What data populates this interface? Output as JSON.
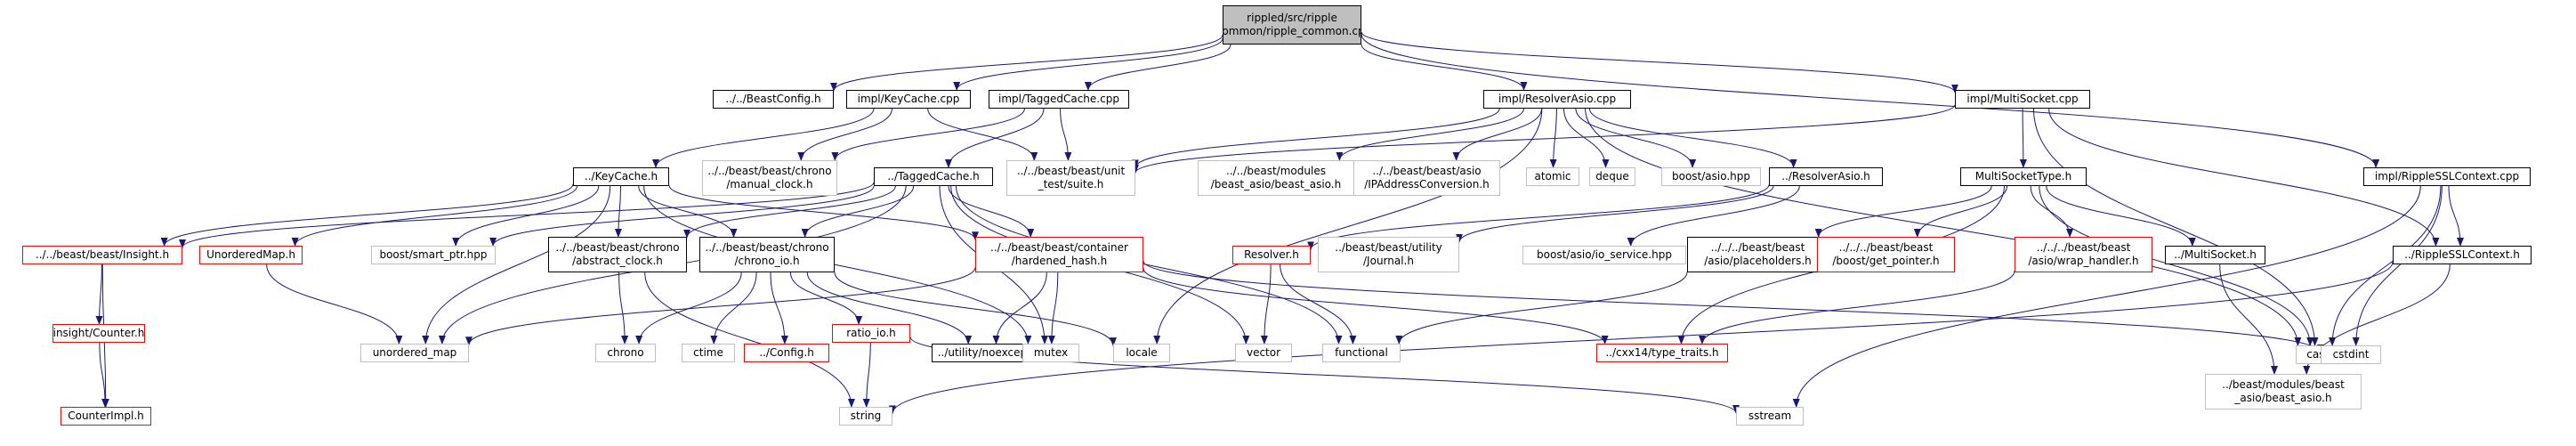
{
  "colors": {
    "edge": "#191970",
    "missing_border": "#ff0000",
    "system_border": "#bfbfbf",
    "root_fill": "#bfbfbf"
  },
  "nodes": {
    "root": {
      "label": "rippled/src/ripple\n/common/ripple_common.cpp",
      "kind": "root"
    },
    "beastconfig": {
      "label": "../../BeastConfig.h",
      "kind": "ok"
    },
    "keycache_cpp": {
      "label": "impl/KeyCache.cpp",
      "kind": "ok"
    },
    "taggedcache_cpp": {
      "label": "impl/TaggedCache.cpp",
      "kind": "ok"
    },
    "resolverasio_cpp": {
      "label": "impl/ResolverAsio.cpp",
      "kind": "ok"
    },
    "multisocket_cpp": {
      "label": "impl/MultiSocket.cpp",
      "kind": "ok"
    },
    "ripplessl_cpp": {
      "label": "impl/RippleSSLContext.cpp",
      "kind": "ok"
    },
    "keycache_h": {
      "label": "../KeyCache.h",
      "kind": "ok"
    },
    "manual_clock": {
      "label": "../../beast/beast/chrono\n/manual_clock.h",
      "kind": "sys"
    },
    "taggedcache_h": {
      "label": "../TaggedCache.h",
      "kind": "ok"
    },
    "unit_suite": {
      "label": "../../beast/beast/unit\n_test/suite.h",
      "kind": "sys"
    },
    "beast_asio_h": {
      "label": "../../beast/modules\n/beast_asio/beast_asio.h",
      "kind": "sys"
    },
    "ipaddr": {
      "label": "../../beast/beast/asio\n/IPAddressConversion.h",
      "kind": "sys"
    },
    "atomic": {
      "label": "atomic",
      "kind": "sys"
    },
    "deque": {
      "label": "deque",
      "kind": "sys"
    },
    "boost_asio": {
      "label": "boost/asio.hpp",
      "kind": "sys"
    },
    "resolverasio_h": {
      "label": "../ResolverAsio.h",
      "kind": "ok"
    },
    "multisockettype_h": {
      "label": "MultiSocketType.h",
      "kind": "ok"
    },
    "ripplessl_h": {
      "label": "../RippleSSLContext.h",
      "kind": "ok"
    },
    "cassert": {
      "label": "cassert",
      "kind": "sys"
    },
    "insight_h": {
      "label": "../../beast/beast/Insight.h",
      "kind": "miss"
    },
    "unorderedmap_h": {
      "label": "UnorderedMap.h",
      "kind": "miss"
    },
    "smart_ptr": {
      "label": "boost/smart_ptr.hpp",
      "kind": "sys"
    },
    "abstract_clock": {
      "label": "../../beast/beast/chrono\n/abstract_clock.h",
      "kind": "ok"
    },
    "chrono_io": {
      "label": "../../beast/beast/chrono\n/chrono_io.h",
      "kind": "ok"
    },
    "hardened_hash": {
      "label": "../../beast/beast/container\n/hardened_hash.h",
      "kind": "miss"
    },
    "resolver_h": {
      "label": "Resolver.h",
      "kind": "miss"
    },
    "journal_h": {
      "label": "../beast/beast/utility\n/Journal.h",
      "kind": "sys"
    },
    "io_service": {
      "label": "boost/asio/io_service.hpp",
      "kind": "sys"
    },
    "placeholders": {
      "label": "../../../beast/beast\n/asio/placeholders.h",
      "kind": "ok"
    },
    "get_pointer": {
      "label": "../../../beast/beast\n/boost/get_pointer.h",
      "kind": "miss"
    },
    "wrap_handler": {
      "label": "../../../beast/beast\n/asio/wrap_handler.h",
      "kind": "miss"
    },
    "multisocket_h": {
      "label": "../MultiSocket.h",
      "kind": "ok"
    },
    "cstdint": {
      "label": "cstdint",
      "kind": "sys"
    },
    "beast_asio2": {
      "label": "../beast/modules/beast\n_asio/beast_asio.h",
      "kind": "sys"
    },
    "insight_counter": {
      "label": "insight/Counter.h",
      "kind": "miss"
    },
    "unordered_map": {
      "label": "unordered_map",
      "kind": "sys"
    },
    "chrono": {
      "label": "chrono",
      "kind": "sys"
    },
    "ctime": {
      "label": "ctime",
      "kind": "sys"
    },
    "config_h": {
      "label": "../Config.h",
      "kind": "miss"
    },
    "ratio_io": {
      "label": "ratio_io.h",
      "kind": "miss"
    },
    "noexcept": {
      "label": "../utility/noexcept.h",
      "kind": "ok"
    },
    "mutex": {
      "label": "mutex",
      "kind": "sys"
    },
    "locale": {
      "label": "locale",
      "kind": "sys"
    },
    "vector": {
      "label": "vector",
      "kind": "sys"
    },
    "functional": {
      "label": "functional",
      "kind": "sys"
    },
    "type_traits": {
      "label": "../cxx14/type_traits.h",
      "kind": "miss"
    },
    "counterimpl": {
      "label": "CounterImpl.h",
      "kind": "miss"
    },
    "string": {
      "label": "string",
      "kind": "sys"
    },
    "sstream": {
      "label": "sstream",
      "kind": "sys"
    }
  },
  "edges": [
    [
      "root",
      "beastconfig"
    ],
    [
      "root",
      "keycache_cpp"
    ],
    [
      "root",
      "taggedcache_cpp"
    ],
    [
      "root",
      "resolverasio_cpp"
    ],
    [
      "root",
      "multisocket_cpp"
    ],
    [
      "root",
      "ripplessl_cpp"
    ],
    [
      "keycache_cpp",
      "keycache_h"
    ],
    [
      "keycache_cpp",
      "manual_clock"
    ],
    [
      "keycache_cpp",
      "unit_suite"
    ],
    [
      "taggedcache_cpp",
      "taggedcache_h"
    ],
    [
      "taggedcache_cpp",
      "manual_clock"
    ],
    [
      "taggedcache_cpp",
      "unit_suite"
    ],
    [
      "resolverasio_cpp",
      "unit_suite"
    ],
    [
      "resolverasio_cpp",
      "beast_asio_h"
    ],
    [
      "resolverasio_cpp",
      "ipaddr"
    ],
    [
      "resolverasio_cpp",
      "atomic"
    ],
    [
      "resolverasio_cpp",
      "deque"
    ],
    [
      "resolverasio_cpp",
      "boost_asio"
    ],
    [
      "resolverasio_cpp",
      "resolverasio_h"
    ],
    [
      "resolverasio_cpp",
      "cassert"
    ],
    [
      "resolverasio_cpp",
      "locale"
    ],
    [
      "multisocket_cpp",
      "unit_suite"
    ],
    [
      "multisocket_cpp",
      "multisockettype_h"
    ],
    [
      "multisocket_cpp",
      "cassert"
    ],
    [
      "multisocket_cpp",
      "ripplessl_h"
    ],
    [
      "ripplessl_cpp",
      "ripplessl_h"
    ],
    [
      "ripplessl_cpp",
      "cassert"
    ],
    [
      "ripplessl_cpp",
      "cstdint"
    ],
    [
      "ripplessl_cpp",
      "sstream"
    ],
    [
      "keycache_h",
      "insight_h"
    ],
    [
      "keycache_h",
      "unorderedmap_h"
    ],
    [
      "keycache_h",
      "smart_ptr"
    ],
    [
      "keycache_h",
      "abstract_clock"
    ],
    [
      "keycache_h",
      "chrono_io"
    ],
    [
      "keycache_h",
      "hardened_hash"
    ],
    [
      "keycache_h",
      "unordered_map"
    ],
    [
      "keycache_h",
      "mutex"
    ],
    [
      "taggedcache_h",
      "insight_h"
    ],
    [
      "taggedcache_h",
      "smart_ptr"
    ],
    [
      "taggedcache_h",
      "abstract_clock"
    ],
    [
      "taggedcache_h",
      "chrono_io"
    ],
    [
      "taggedcache_h",
      "hardened_hash"
    ],
    [
      "taggedcache_h",
      "unordered_map"
    ],
    [
      "taggedcache_h",
      "mutex"
    ],
    [
      "taggedcache_h",
      "vector"
    ],
    [
      "taggedcache_h",
      "functional"
    ],
    [
      "insight_h",
      "insight_counter"
    ],
    [
      "insight_h",
      "counterimpl"
    ],
    [
      "insight_counter",
      "counterimpl"
    ],
    [
      "unorderedmap_h",
      "unordered_map"
    ],
    [
      "abstract_clock",
      "chrono"
    ],
    [
      "abstract_clock",
      "string"
    ],
    [
      "chrono_io",
      "chrono"
    ],
    [
      "chrono_io",
      "ctime"
    ],
    [
      "chrono_io",
      "config_h"
    ],
    [
      "chrono_io",
      "ratio_io"
    ],
    [
      "chrono_io",
      "noexcept"
    ],
    [
      "chrono_io",
      "locale"
    ],
    [
      "ratio_io",
      "string"
    ],
    [
      "ratio_io",
      "sstream"
    ],
    [
      "hardened_hash",
      "unordered_map"
    ],
    [
      "hardened_hash",
      "noexcept"
    ],
    [
      "hardened_hash",
      "mutex"
    ],
    [
      "hardened_hash",
      "type_traits"
    ],
    [
      "hardened_hash",
      "cstdint"
    ],
    [
      "resolverasio_h",
      "resolver_h"
    ],
    [
      "resolverasio_h",
      "journal_h"
    ],
    [
      "resolverasio_h",
      "io_service"
    ],
    [
      "resolver_h",
      "vector"
    ],
    [
      "resolver_h",
      "functional"
    ],
    [
      "multisockettype_h",
      "placeholders"
    ],
    [
      "multisockettype_h",
      "get_pointer"
    ],
    [
      "multisockettype_h",
      "wrap_handler"
    ],
    [
      "multisockettype_h",
      "multisocket_h"
    ],
    [
      "multisockettype_h",
      "type_traits"
    ],
    [
      "multisockettype_h",
      "cassert"
    ],
    [
      "placeholders",
      "functional"
    ],
    [
      "wrap_handler",
      "type_traits"
    ],
    [
      "multisocket_h",
      "beast_asio2"
    ],
    [
      "ripplessl_h",
      "beast_asio2"
    ],
    [
      "ripplessl_h",
      "string"
    ]
  ]
}
